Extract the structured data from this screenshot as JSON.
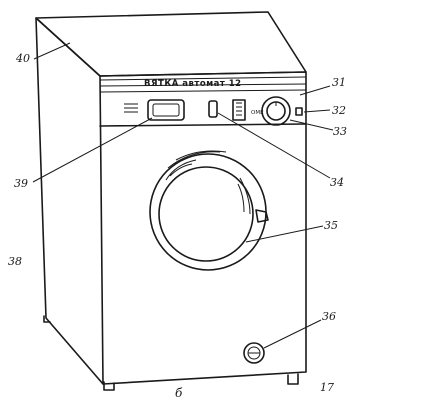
{
  "figure": {
    "brand_text": "ВЯТКА автомат 12",
    "dial_text": "ОМЕ",
    "caption": "б",
    "page_number": "17",
    "callouts": [
      {
        "id": "40",
        "label": "40"
      },
      {
        "id": "31",
        "label": "31"
      },
      {
        "id": "32",
        "label": "32"
      },
      {
        "id": "33",
        "label": "33"
      },
      {
        "id": "34",
        "label": "34"
      },
      {
        "id": "35",
        "label": "35"
      },
      {
        "id": "36",
        "label": "36"
      },
      {
        "id": "39",
        "label": "39"
      },
      {
        "id": "38",
        "label": "38"
      }
    ]
  }
}
